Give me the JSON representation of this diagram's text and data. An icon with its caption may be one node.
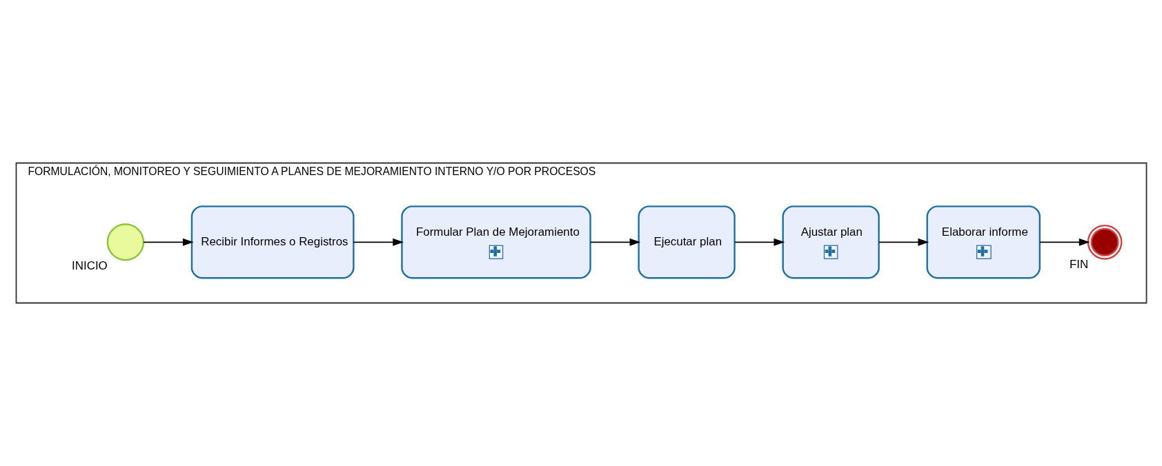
{
  "diagram": {
    "nodes": [
      {
        "text": [
          "FORMULACIÓN, MONITOREO Y SEGUIMIENTO A PLANES DE MEJORAMIENTO INTERNO Y/O POR PROCESOS"
        ]
      },
      {
        "text": [],
        "shape": "circle",
        "beside": [
          "INICIO"
        ],
        "in": 0
      },
      {
        "text": [
          "Recibir Informes o Registros"
        ],
        "in": 0
      },
      {
        "text": [
          "Formular Plan de Mejoramiento"
        ],
        "in": 0
      },
      {
        "text": [
          "Ejecutar plan"
        ],
        "in": 0
      },
      {
        "text": [
          "Ajustar plan"
        ],
        "in": 0
      },
      {
        "text": [
          "Elaborar informe"
        ],
        "in": 0
      },
      {
        "text": [],
        "shape": "circle",
        "beside": [
          "FIN"
        ],
        "in": 0
      }
    ],
    "edges": [
      {
        "from": 1,
        "to": 2,
        "arrow": "to"
      },
      {
        "from": 2,
        "to": 3,
        "arrow": "to"
      },
      {
        "from": 3,
        "to": 4,
        "arrow": "to"
      },
      {
        "from": 4,
        "to": 5,
        "arrow": "to"
      },
      {
        "from": 5,
        "to": 6,
        "arrow": "to"
      },
      {
        "from": 6,
        "to": 7,
        "arrow": "to"
      }
    ]
  }
}
